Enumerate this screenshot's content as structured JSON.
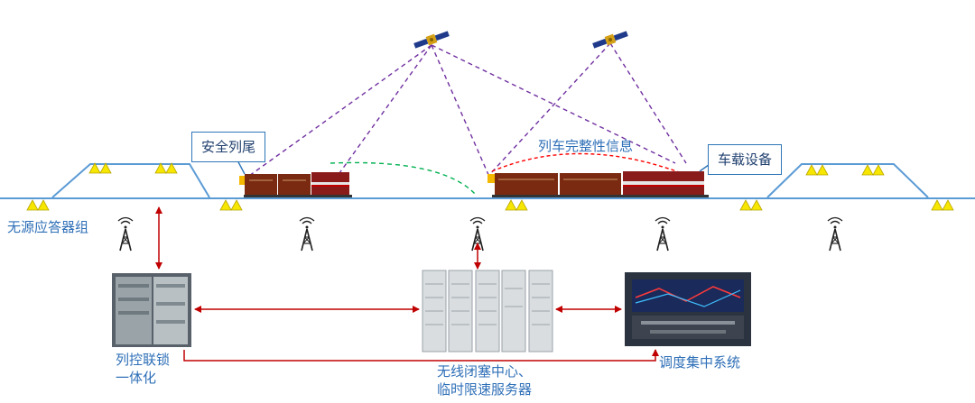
{
  "labels": {
    "safe_tail": "安全列尾",
    "onboard": "车载设备",
    "integrity": "列车完整性信息",
    "balise": "无源应答器组",
    "interlock_1": "列控联锁",
    "interlock_2": "一体化",
    "rbc_1": "无线闭塞中心、",
    "rbc_2": "临时限速服务器",
    "dispatch": "调度集中系统"
  },
  "colors": {
    "track": "#5b9bd5",
    "text": "#2e6fb7",
    "link": "#c00000",
    "satellite_link": "#7030a0",
    "integrity_link": "#ff0000",
    "wireless_link": "#00b050",
    "balise": "#f7e600"
  }
}
